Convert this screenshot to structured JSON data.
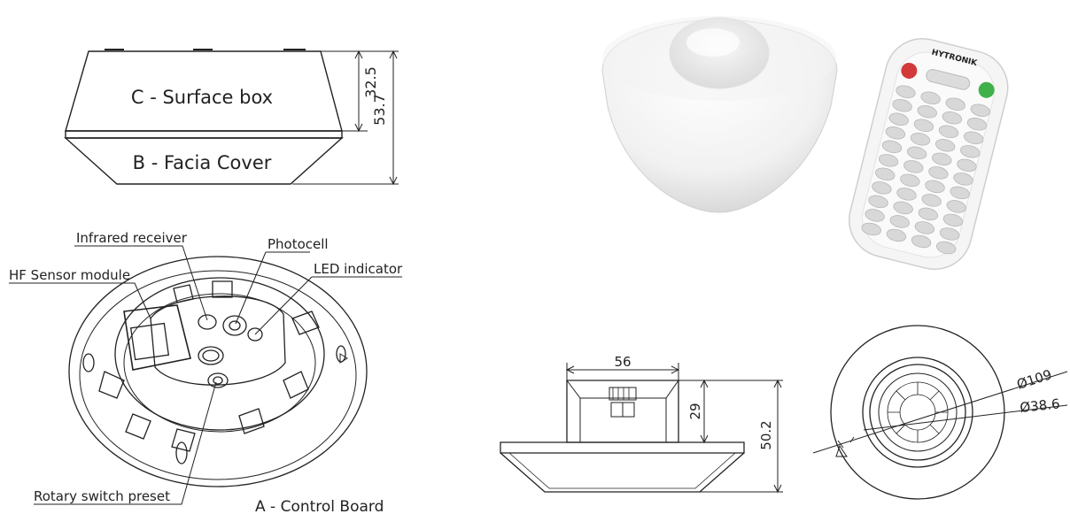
{
  "surface_box": {
    "label": "C - Surface box",
    "facia_label": "B - Facia Cover",
    "dim_small": "32.5",
    "dim_large": "53.7"
  },
  "control_board": {
    "title": "A - Control Board",
    "callouts": {
      "infrared": "Infrared receiver",
      "photocell": "Photocell",
      "led": "LED indicator",
      "hf_module": "HF Sensor module",
      "rotary": "Rotary switch preset"
    }
  },
  "remote": {
    "brand": "HYTRONIK"
  },
  "side_view": {
    "width": "56",
    "small_height": "29",
    "total_height": "50.2"
  },
  "top_view": {
    "outer_dia": "Ø109",
    "inner_dia": "Ø38.6"
  }
}
